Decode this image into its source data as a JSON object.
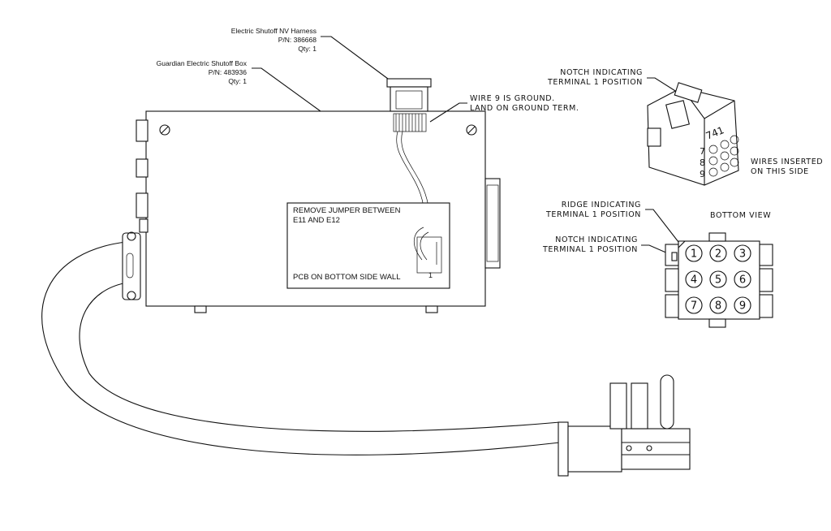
{
  "callouts": {
    "harness": {
      "line1": "Electric Shutoff NV Harness",
      "line2": "P/N: 386668",
      "line3": "Qty: 1"
    },
    "box": {
      "line1": "Guardian Electric Shutoff Box",
      "line2": "P/N: 483936",
      "line3": "Qty: 1"
    },
    "wire9": {
      "line1": "WIRE 9 IS GROUND.",
      "line2": "LAND ON GROUND TERM."
    }
  },
  "label_panel": {
    "line1": "REMOVE JUMPER BETWEEN",
    "line2": "E11 AND E12",
    "line3": "PCB ON BOTTOM SIDE WALL",
    "pcb_tick": "1"
  },
  "connector_iso": {
    "notch_line1": "NOTCH INDICATING",
    "notch_line2": "TERMINAL 1 POSITION",
    "face_top_digits": "741",
    "face_side_7": "7",
    "face_side_8": "8",
    "face_side_9": "9",
    "wires_line1": "WIRES INSERTED",
    "wires_line2": "ON THIS SIDE"
  },
  "connector_bottom": {
    "title": "BOTTOM VIEW",
    "ridge_line1": "RIDGE INDICATING",
    "ridge_line2": "TERMINAL 1 POSITION",
    "notch_line1": "NOTCH INDICATING",
    "notch_line2": "TERMINAL 1 POSITION",
    "pins": [
      "1",
      "2",
      "3",
      "4",
      "5",
      "6",
      "7",
      "8",
      "9"
    ]
  }
}
